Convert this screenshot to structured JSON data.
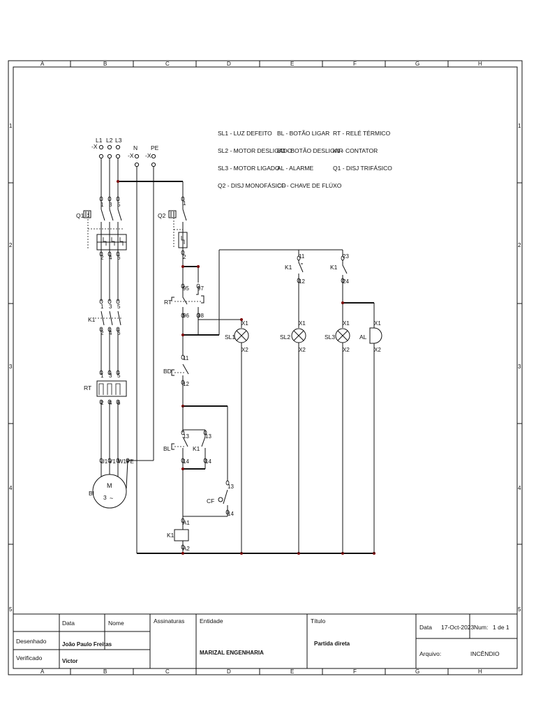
{
  "columns": [
    "A",
    "B",
    "C",
    "D",
    "E",
    "F",
    "G",
    "H"
  ],
  "rows": [
    "1",
    "2",
    "3",
    "4",
    "5"
  ],
  "legend": [
    [
      "SL1 - LUZ DEFEITO",
      "BL - BOTÃO LIGAR",
      "RT - RELÉ TÉRMICO"
    ],
    [
      "SL2 - MOTOR DESLIGADO",
      "BD - BOTÃO DESLIGAR",
      "K1 - CONTATOR"
    ],
    [
      "SL3 - MOTOR LIGADO",
      "AL - ALARME",
      "Q1 - DISJ TRIFÁSICO"
    ],
    [
      "Q2 - DISJ MONOFÁSICO",
      "CF - CHAVE DE FLÚXO",
      ""
    ]
  ],
  "terminals": {
    "l1": "L1",
    "l2": "L2",
    "l3": "L3",
    "n": "N",
    "pe": "PE",
    "x": "-X"
  },
  "components": {
    "q1": "Q1",
    "q2": "Q2",
    "k1": "K1",
    "rt": "RT",
    "bd": "BD",
    "bl": "BL",
    "cf": "CF",
    "sl1": "SL1",
    "sl2": "SL2",
    "sl3": "SL3",
    "al": "AL",
    "bi": "BI",
    "motor_m": "M",
    "motor_3": "3",
    "motor_tilde": "~"
  },
  "pins": {
    "p1": "1",
    "p2": "2",
    "p3": "3",
    "p4": "4",
    "p5": "5",
    "p6": "6",
    "p11": "11",
    "p12": "12",
    "p13": "13",
    "p14": "14",
    "p23": "23",
    "p24": "24",
    "p95": "95",
    "p96": "96",
    "p97": "97",
    "p98": "98",
    "x1": "X1",
    "x2": "X2",
    "a1": "A1",
    "a2": "A2",
    "u1": "U1",
    "v1": "V1",
    "w1": "W1",
    "pe": "PE"
  },
  "title_block": {
    "h_data": "Data",
    "h_nome": "Nome",
    "h_assinaturas": "Assinaturas",
    "h_entidade": "Entidade",
    "h_titulo": "Título",
    "desenhado_label": "Desenhado",
    "desenhado_nome": "João Paulo Freitas",
    "verificado_label": "Verificado",
    "verificado_nome": "Victor",
    "entidade": "MARIZAL ENGENHARIA",
    "titulo": "Partida direta",
    "data_label": "Data",
    "data_value": "17-Oct-2023",
    "num_label": "Num:",
    "num_value": "1 de 1",
    "arquivo_label": "Arquivo:",
    "arquivo_value": "INCÊNDIO"
  }
}
